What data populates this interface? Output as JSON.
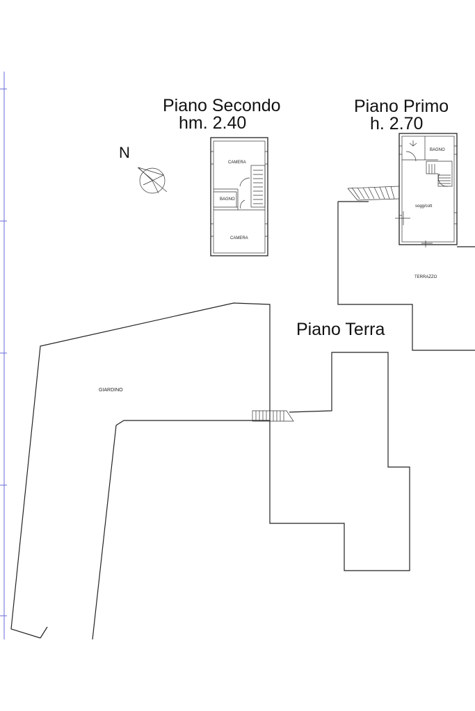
{
  "plans": {
    "second": {
      "title": "Piano Secondo",
      "height": "hm. 2.40",
      "rooms": {
        "camera_top": "CAMERA",
        "bagno": "BAGNO",
        "camera_bottom": "CAMERA"
      }
    },
    "first": {
      "title": "Piano Primo",
      "height": "h. 2.70",
      "rooms": {
        "bagno": "BAGNO",
        "soggiorno": "sogg/cott"
      },
      "terrace": "TERRAZZO"
    },
    "ground": {
      "title": "Piano Terra",
      "garden": "GIARDINO"
    }
  },
  "compass": {
    "label": "N"
  },
  "colors": {
    "lines": "#222222",
    "ruler": "#6a6ad8",
    "background": "#ffffff"
  }
}
